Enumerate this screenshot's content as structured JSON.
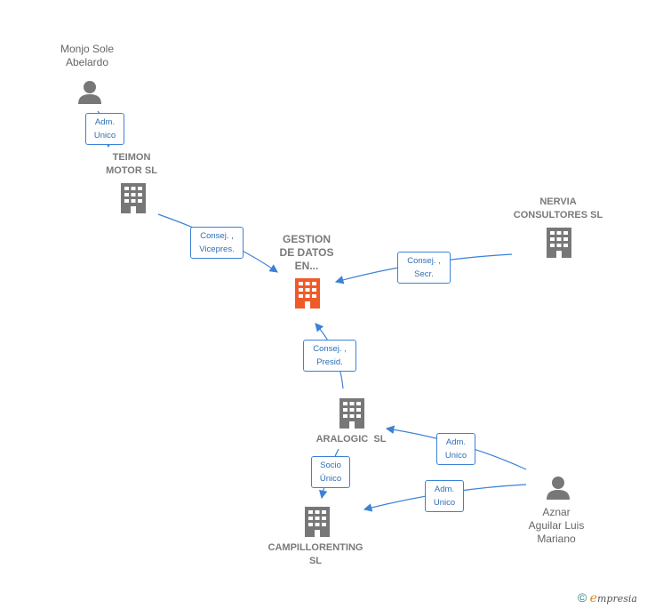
{
  "nodes": {
    "monjo": {
      "label": "Monjo Sole\nAbelardo",
      "type": "person"
    },
    "teimon": {
      "label": "TEIMON\nMOTOR SL",
      "type": "company"
    },
    "gestion": {
      "label": "GESTION\nDE DATOS\nEN...",
      "type": "company-focus"
    },
    "nervia": {
      "label": "NERVIA\nCONSULTORES SL",
      "type": "company"
    },
    "aralogic": {
      "label": "ARALOGIC  SL",
      "type": "company"
    },
    "campillorenting": {
      "label": "CAMPILLORENTING\nSL",
      "type": "company"
    },
    "aznar": {
      "label": "Aznar\nAguilar Luis\nMariano",
      "type": "person"
    }
  },
  "edges": {
    "monjo_teimon": "Adm.\nUnico",
    "teimon_gestion": "Consej. ,\nVicepres.",
    "nervia_gestion": "Consej. ,\nSecr.",
    "aralogic_gestion": "Consej. ,\nPresid.",
    "aralogic_campillo": "Socio\nÚnico",
    "aznar_aralogic": "Adm.\nUnico",
    "aznar_campillo": "Adm.\nUnico"
  },
  "colors": {
    "edge": "#3b82d6",
    "company": "#777777",
    "focus": "#f05a28",
    "person": "#777777"
  },
  "footer": {
    "copyright": "©",
    "brand_e": "e",
    "brand_rest": "mpresia"
  }
}
